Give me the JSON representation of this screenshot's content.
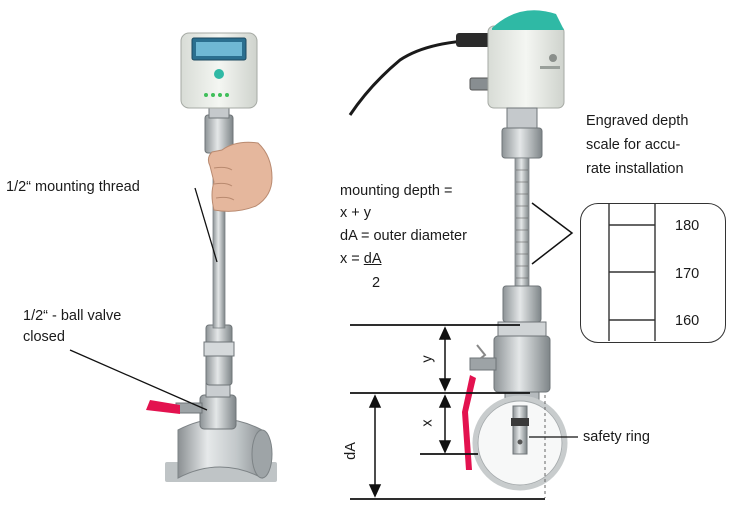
{
  "labels": {
    "mounting_thread": "1/2“ mounting thread",
    "ball_valve_line1": "1/2“  -  ball  valve",
    "ball_valve_line2": "closed",
    "formula_line1": "mounting depth =",
    "formula_line2": "x + y",
    "formula_line3": "dA = outer diameter",
    "formula_line4_prefix": "x = ",
    "formula_line4_numerator": "dA",
    "formula_line5_denominator": "2",
    "engraved_line1": "Engraved depth",
    "engraved_line2": "scale  for accu-",
    "engraved_line3": "rate installation",
    "safety_ring": "safety ring"
  },
  "scale": {
    "ticks": [
      "180",
      "170",
      "160"
    ]
  },
  "dimensions": {
    "y": "y",
    "x": "x",
    "dA": "dA"
  },
  "colors": {
    "sensor_green": "#2fb9a5",
    "housing": "#e9ece7",
    "steel": "#b7bcbf",
    "valve_handle": "#e3124f",
    "line": "#111111"
  }
}
